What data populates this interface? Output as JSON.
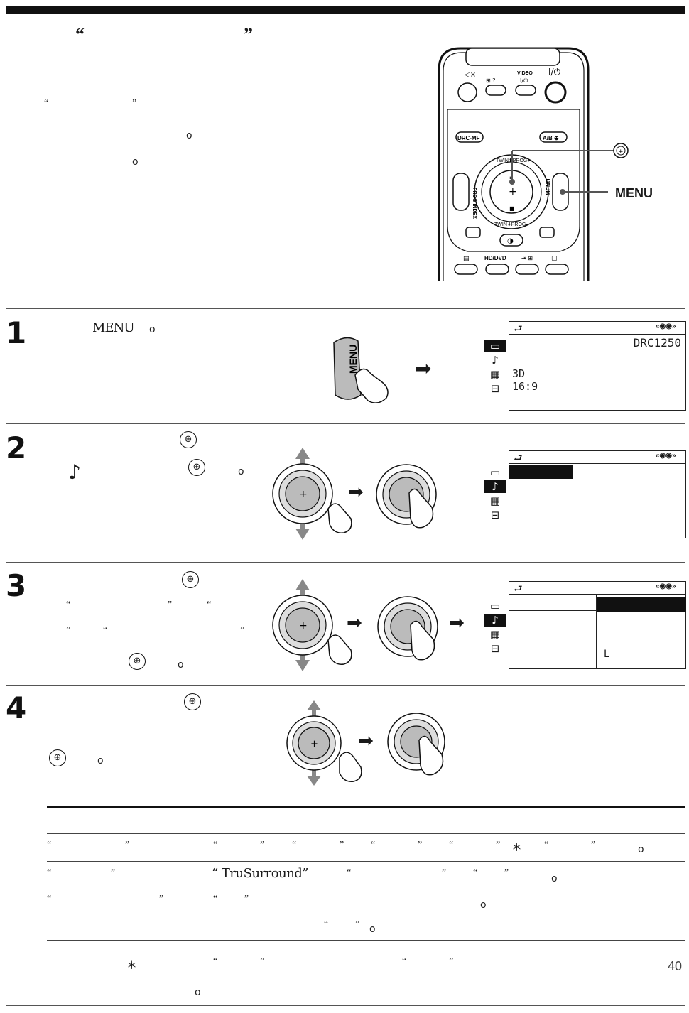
{
  "header": {
    "open_quote": "“",
    "close_quote": "”"
  },
  "intro": {
    "q1_open": "“",
    "q1_close": "”",
    "circle1": "o",
    "circle2": "o"
  },
  "remote": {
    "video_label": "VIDEO",
    "power_label": "I/⏻",
    "drc_label": "DRC-MF",
    "ab_label": "A/B",
    "prog_index_label": "PROG INDEX",
    "menu_btn_label": "MENU",
    "hd_dvd_label": "HD/DVD",
    "twin_prog_top": "TWIN ⬆ PROG+",
    "twin_prog_bottom": "TWIN ⬇ PROG–",
    "callout_menu": "MENU"
  },
  "steps": [
    {
      "number": "1",
      "text": "MENU",
      "circle": "o"
    },
    {
      "number": "2",
      "note_symbol": "♪",
      "circle": "o"
    },
    {
      "number": "3",
      "q_a": "“",
      "q_b": "”",
      "q_c": "“",
      "q_d": "”",
      "q_e": "“",
      "q_f": "”",
      "circle": "o"
    },
    {
      "number": "4",
      "circle": "o"
    }
  ],
  "screen1": {
    "model": "DRC1250",
    "line1": "3D",
    "line2": "16:9"
  },
  "screen3": {
    "corner_mark": "L"
  },
  "icons": {
    "back": "⮐",
    "note": "♪"
  },
  "table": {
    "row1": {
      "q1": "“",
      "q2": "”",
      "q3": "“",
      "q4": "”",
      "q5": "“",
      "q6": "”",
      "q7": "“",
      "q8": "”",
      "q9": "“",
      "q10": "”",
      "star": "＊",
      "q11": "“",
      "q12": "”",
      "circle": "o"
    },
    "row2": {
      "q1": "“",
      "q2": "”",
      "trusurround": "“ TruSurround”",
      "q3": "“",
      "q4": "”",
      "q5": "“",
      "q6": "”",
      "circle": "o"
    },
    "row3": {
      "q1": "“",
      "q2": "”",
      "q3": "“",
      "q4": "”",
      "circle1": "o",
      "q5": "“",
      "q6": "”",
      "circle2": "o"
    }
  },
  "footnote": {
    "star": "＊",
    "q1": "“",
    "q2": "”",
    "q3": "“",
    "q4": "”",
    "circle": "o"
  },
  "page_number": "40"
}
